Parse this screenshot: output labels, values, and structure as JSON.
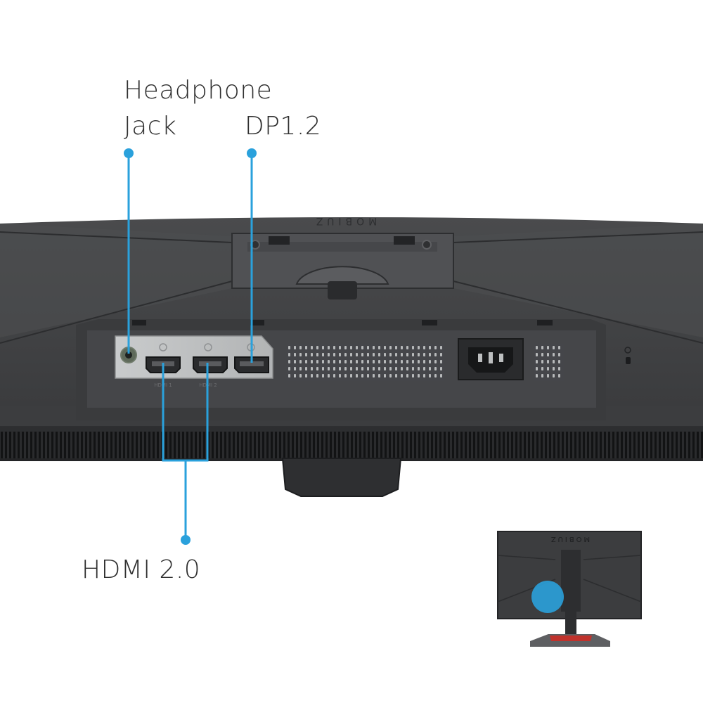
{
  "callouts": {
    "headphone_line1": "Headphone",
    "headphone_line2": "Jack",
    "displayport": "DP1.2",
    "hdmi": "HDMI 2.0"
  },
  "monitor": {
    "brand_mark": "MOBIUZ",
    "port_markings": [
      "HDMI 1",
      "HDMI 2"
    ]
  },
  "colors": {
    "accent": "#2aa1dc",
    "monitor_body": "#3f4042",
    "port_panel": "#bfc1c2",
    "stand_accent": "#c0322c"
  }
}
